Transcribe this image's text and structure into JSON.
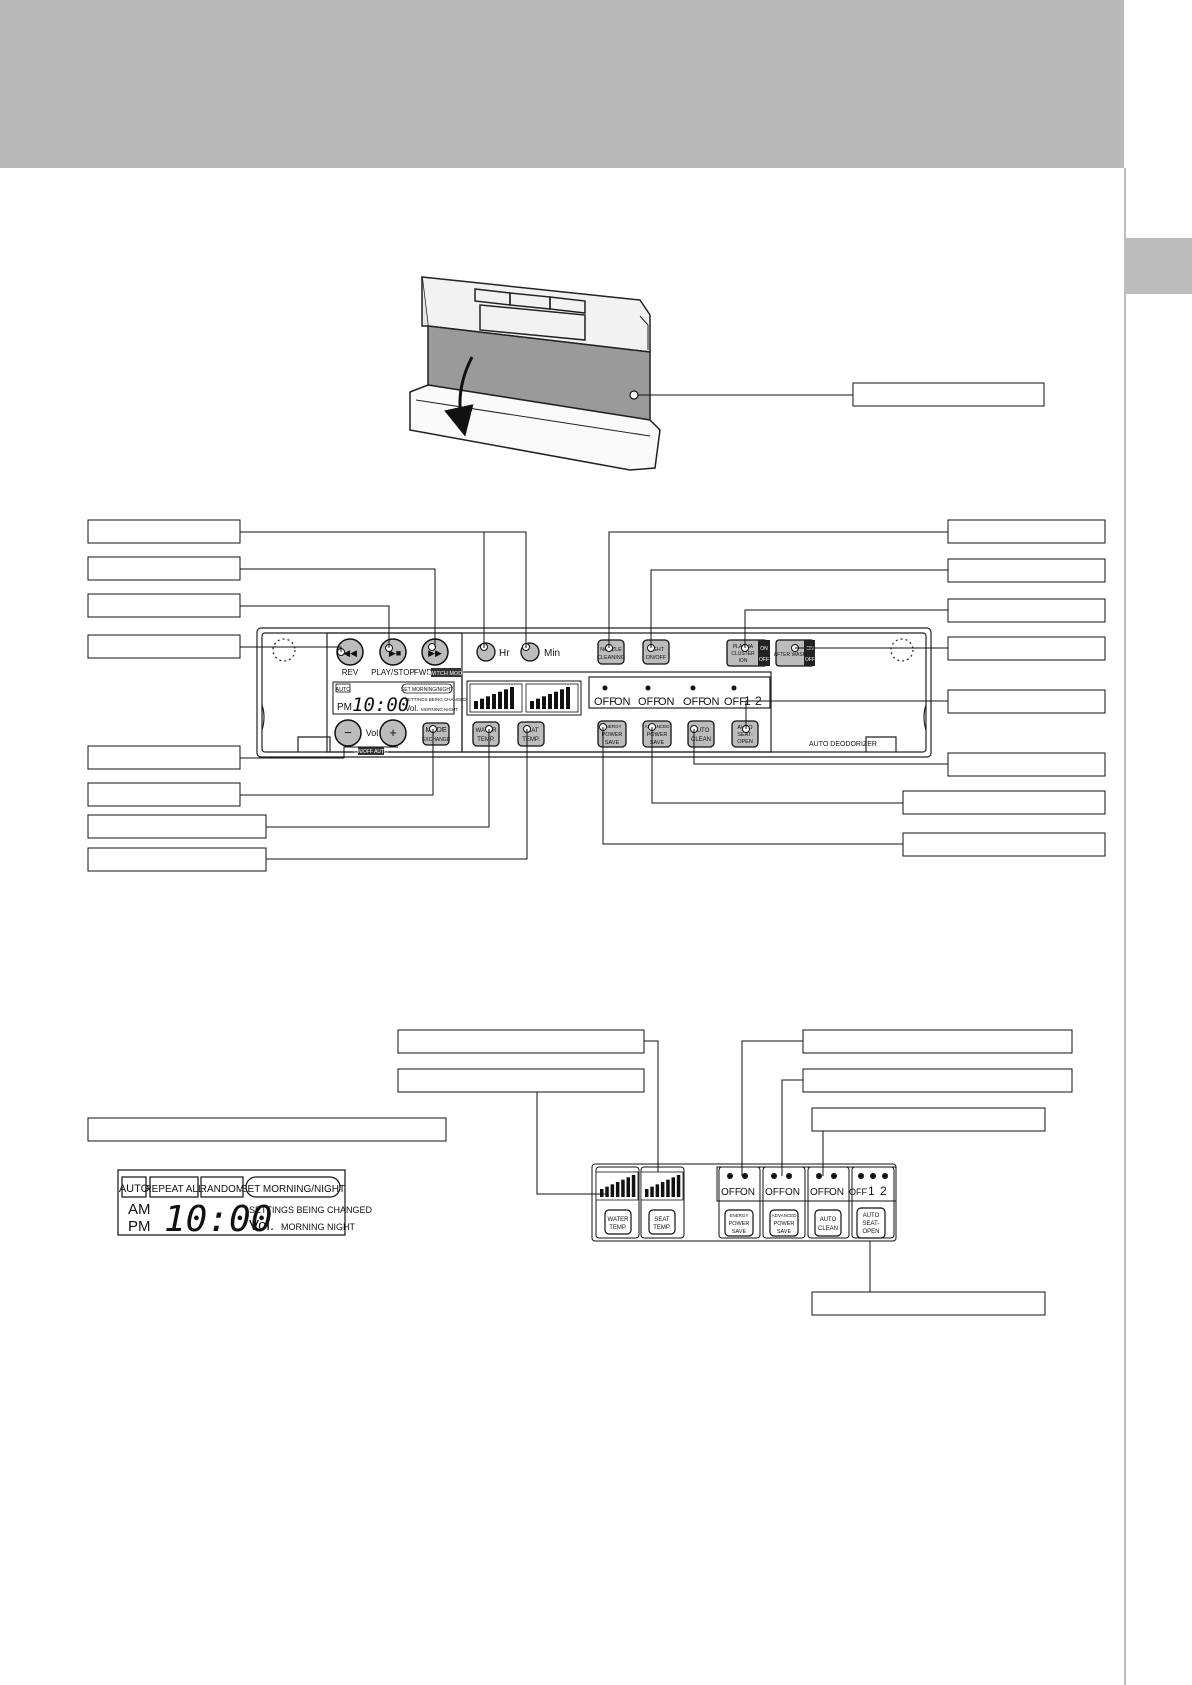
{
  "panel": {
    "buttons": {
      "rev": "REV",
      "play_stop": "PLAY/STOP",
      "fwd": "FWD",
      "fwd_badge": "SWITCH MODE",
      "vol": "Vol",
      "vol_badge": "ON/OFF AUTO",
      "mode": "MODE",
      "mode_sub": "EXCHANGE",
      "hr": "Hr",
      "min": "Min",
      "nozzle_1": "NOZZLE",
      "nozzle_2": "CLEANING",
      "light_1": "LIGHT",
      "light_2": "ON/OFF",
      "plasma_1": "PLASMA",
      "plasma_2": "CLUSTER",
      "plasma_3": "ION",
      "after_wash": "AFTER WASH",
      "on": "ON",
      "off": "OFF",
      "water_1": "WATER",
      "water_2": "TEMP.",
      "seat_1": "SEAT",
      "seat_2": "TEMP.",
      "eco_top": "ENERGY",
      "eco_1": "POWER",
      "eco_2": "SAVE",
      "adv_top": "ADVANCED",
      "adv_1": "POWER",
      "adv_2": "SAVE",
      "auto_1": "AUTO",
      "auto_2": "CLEAN",
      "seat_open_1": "AUTO",
      "seat_open_2": "SEAT-",
      "seat_open_3": "OPEN"
    },
    "indicators": {
      "off_on": [
        "OFF",
        "ON"
      ],
      "off_12": [
        "OFF",
        "1",
        "2"
      ]
    },
    "small_display": {
      "auto": "AUTO",
      "set": "SET MORNING/NIGHT",
      "ampm": "PM",
      "time": "10:00",
      "changed": "SETTINGS BEING CHANGED",
      "vol": "Vol.",
      "morning_night": "MORNING NIGHT"
    },
    "brand": "AUTO DEODORIZER"
  },
  "lcd_detail": {
    "auto": "AUTO",
    "repeat_all": "REPEAT ALL",
    "random": "RANDOM",
    "set": "SET MORNING/NIGHT",
    "am": "AM",
    "pm": "PM",
    "time": "10:00",
    "changed": "SETTINGS BEING CHANGED",
    "vol": "Vol.",
    "morning_night": "MORNING NIGHT"
  },
  "panel_detail": {
    "water_1": "WATER",
    "water_2": "TEMP.",
    "seat_1": "SEAT",
    "seat_2": "TEMP.",
    "eco_top": "ENERGY",
    "eco_1": "POWER",
    "eco_2": "SAVE",
    "adv_top": "ADVANCED",
    "adv_1": "POWER",
    "adv_2": "SAVE",
    "auto_1": "AUTO",
    "auto_2": "CLEAN",
    "seat_open_1": "AUTO",
    "seat_open_2": "SEAT-",
    "seat_open_3": "OPEN",
    "off_on": [
      "OFF",
      "ON"
    ],
    "off_12": [
      "OFF",
      "1",
      "2"
    ]
  }
}
